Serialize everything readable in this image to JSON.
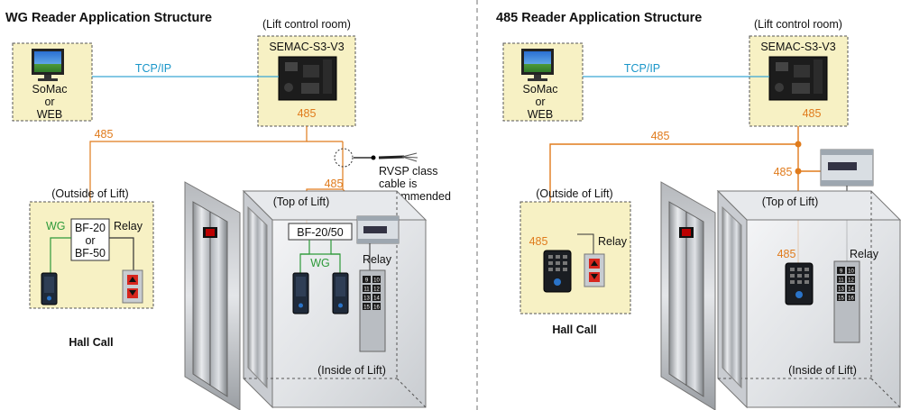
{
  "colors": {
    "rs485": "#e07b1c",
    "tcpip": "#3aa7d4",
    "wg": "#2e9a3a",
    "dashed_box_fill": "#f7f1c4",
    "divider": "#888888"
  },
  "left": {
    "title": "WG Reader Application Structure",
    "control_room": "(Lift control room)",
    "controller": "SEMAC-S3-V3",
    "software": [
      "SoMac",
      "or",
      "WEB"
    ],
    "tcpip": "TCP/IP",
    "rs485_controller": "485",
    "rs485_bus": "485",
    "rs485_top": "485",
    "cable_note": [
      "RVSP class",
      "cable is",
      "recommended"
    ],
    "outside": "(Outside of Lift)",
    "wg": "WG",
    "bf_box": [
      "BF-20",
      "or",
      "BF-50"
    ],
    "relay": "Relay",
    "hall_call": "Hall Call",
    "top_of_lift": "(Top of Lift)",
    "bf_top": "BF-20/50",
    "wg_inside": "WG",
    "relay_inside": "Relay",
    "inside": "(Inside of Lift)",
    "panel_buttons": [
      "9",
      "10",
      "11",
      "12",
      "13",
      "14",
      "15",
      "16"
    ]
  },
  "right": {
    "title": "485 Reader Application Structure",
    "control_room": "(Lift control room)",
    "controller": "SEMAC-S3-V3",
    "software": [
      "SoMac",
      "or",
      "WEB"
    ],
    "tcpip": "TCP/IP",
    "rs485_controller": "485",
    "rs485_bus": "485",
    "rs485_module": "485",
    "outside": "(Outside of Lift)",
    "rs485_hall": "485",
    "relay": "Relay",
    "hall_call": "Hall Call",
    "top_of_lift": "(Top of Lift)",
    "rs485_inside": "485",
    "relay_inside": "Relay",
    "inside": "(Inside of Lift)",
    "panel_buttons": [
      "9",
      "10",
      "11",
      "12",
      "13",
      "14",
      "15",
      "16"
    ]
  }
}
